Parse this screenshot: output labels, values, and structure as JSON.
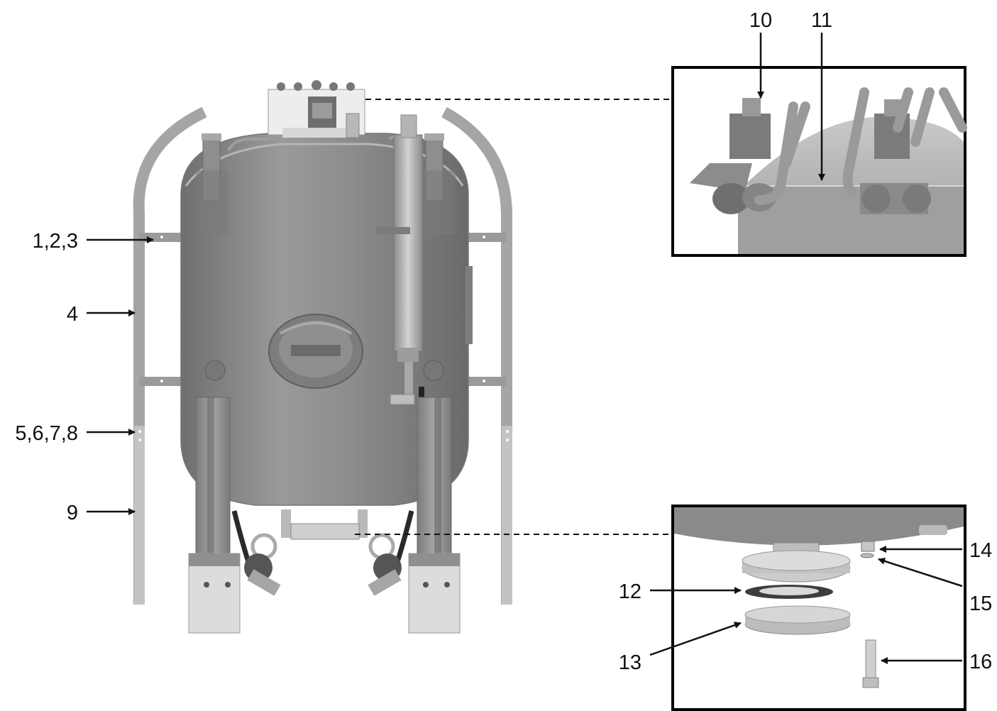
{
  "callouts": {
    "c1": "1,2,3",
    "c4": "4",
    "c5": "5,6,7,8",
    "c9": "9",
    "c10": "10",
    "c11": "11",
    "c12": "12",
    "c13": "13",
    "c14": "14",
    "c15": "15",
    "c16": "16"
  },
  "colors": {
    "vessel": "#8a8a8a",
    "frame": "#a3a3a3",
    "line": "#111111"
  }
}
